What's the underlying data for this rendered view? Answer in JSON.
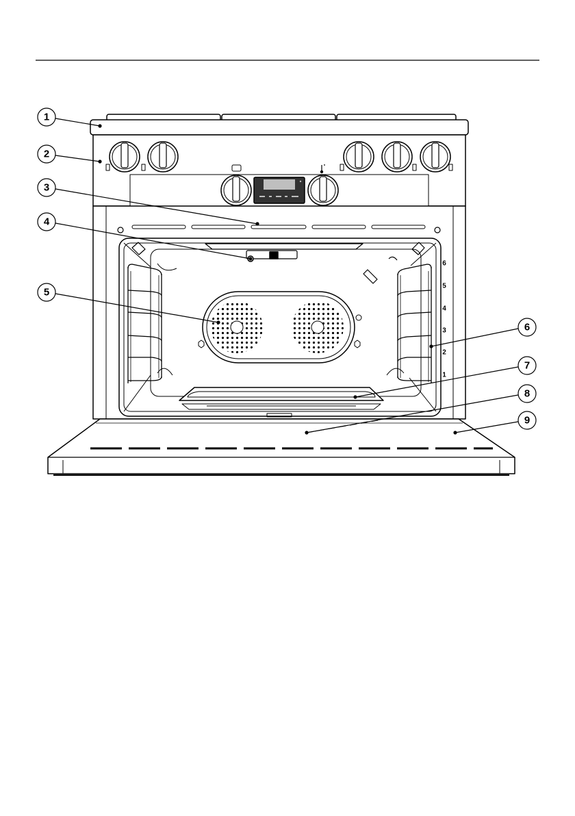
{
  "callouts": [
    {
      "number": "1",
      "label": "1"
    },
    {
      "number": "2",
      "label": "2"
    },
    {
      "number": "3",
      "label": "3"
    },
    {
      "number": "4",
      "label": "4"
    },
    {
      "number": "5",
      "label": "5"
    },
    {
      "number": "6",
      "label": "6"
    },
    {
      "number": "7",
      "label": "7"
    },
    {
      "number": "8",
      "label": "8"
    },
    {
      "number": "9",
      "label": "9"
    }
  ],
  "shelf_levels": [
    "6",
    "5",
    "4",
    "3",
    "2",
    "1"
  ],
  "icons": {
    "oven_function": "oven-mode-icon",
    "temperature": "thermometer-icon",
    "burner_indicator": "burner-icon"
  },
  "colors": {
    "line": "#000000",
    "fill_light": "#ffffff",
    "display": "#333333",
    "display_screen": "#bfbfbf"
  }
}
